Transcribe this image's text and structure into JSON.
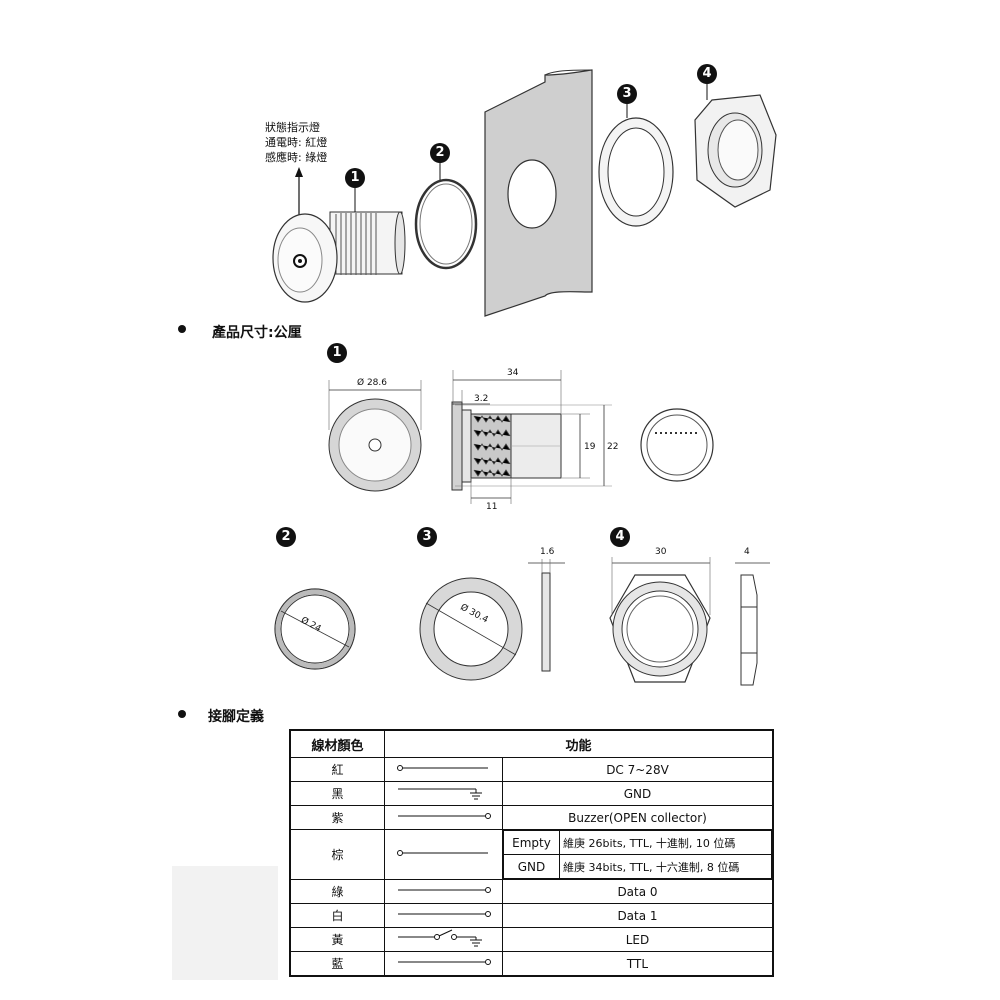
{
  "indicator_note": [
    "狀態指示燈",
    "通電時: 紅燈",
    "感應時: 綠燈"
  ],
  "part_numbers": [
    "1",
    "2",
    "3",
    "4"
  ],
  "sections": {
    "size": "產品尺寸:公厘",
    "pins": "接腳定義"
  },
  "dimensions": {
    "front_diameter": "Ø 28.6",
    "length": "34",
    "flange": "3.2",
    "thread_diameter": "19",
    "body_diameter": "22",
    "thread_length": "11",
    "ring2_diameter": "Ø 24",
    "ring3_diameter": "Ø 30.4",
    "ring3_thickness": "1.6",
    "nut_width": "30",
    "nut_thickness": "4"
  },
  "pin_table": {
    "headers": [
      "線材顏色",
      "功能"
    ],
    "rows": [
      {
        "color": "紅",
        "function": "DC 7~28V",
        "wire": "open-left"
      },
      {
        "color": "黑",
        "function": "GND",
        "wire": "ground"
      },
      {
        "color": "紫",
        "function": "Buzzer(OPEN collector)",
        "wire": "open-right"
      },
      {
        "color": "棕",
        "wire": "open-left",
        "sub": [
          {
            "key": "Empty",
            "value": "維庚 26bits, TTL, 十進制, 10 位碼"
          },
          {
            "key": "GND",
            "value": "維庚 34bits, TTL, 十六進制, 8 位碼"
          }
        ]
      },
      {
        "color": "綠",
        "function": "Data 0",
        "wire": "open-right"
      },
      {
        "color": "白",
        "function": "Data 1",
        "wire": "open-right"
      },
      {
        "color": "黃",
        "function": "LED",
        "wire": "switch"
      },
      {
        "color": "藍",
        "function": "TTL",
        "wire": "open-right"
      }
    ]
  }
}
